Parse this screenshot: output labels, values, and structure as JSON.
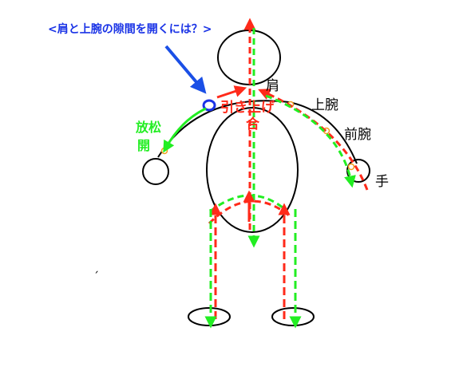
{
  "title": "<肩と上腕の隙間を開くには？>",
  "labels": {
    "shoulder": "肩",
    "upper_arm": "上腕",
    "forearm": "前腕",
    "hand": "手",
    "relax_line1": "放松",
    "relax_line2": "開",
    "lift_up": "引き上げ",
    "combine": "合",
    "stray_mark": "ˏ"
  },
  "colors": {
    "title_blue": "#1a33e6",
    "pointer_blue": "#1a4fe6",
    "red": "#ff2a1a",
    "green": "#22ee22",
    "orange": "#f39c1b",
    "black": "#000000"
  }
}
